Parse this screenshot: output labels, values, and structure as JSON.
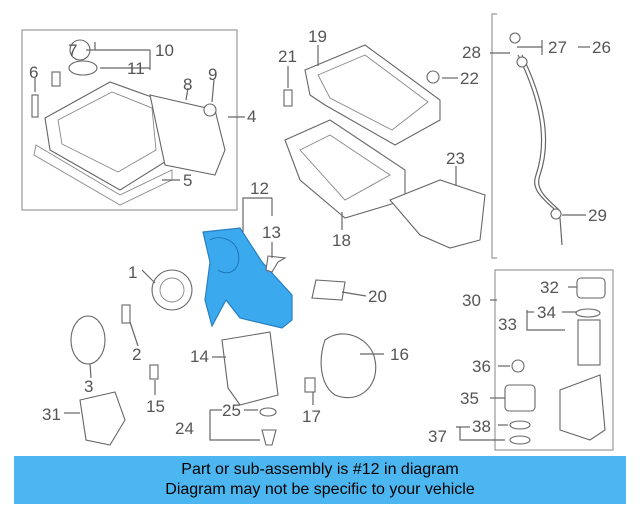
{
  "diagram": {
    "highlight_color": "#3aa9ee",
    "callouts": {
      "c1": "1",
      "c2": "2",
      "c3": "3",
      "c4": "4",
      "c5": "5",
      "c6": "6",
      "c7": "7",
      "c8": "8",
      "c9": "9",
      "c10": "10",
      "c11": "11",
      "c12": "12",
      "c13": "13",
      "c14": "14",
      "c15": "15",
      "c16": "16",
      "c17": "17",
      "c18": "18",
      "c19": "19",
      "c20": "20",
      "c21": "21",
      "c22": "22",
      "c23": "23",
      "c24": "24",
      "c25": "25",
      "c26": "26",
      "c27": "27",
      "c28": "28",
      "c29": "29",
      "c30": "30",
      "c31": "31",
      "c32": "32",
      "c33": "33",
      "c34": "34",
      "c35": "35",
      "c36": "36",
      "c37": "37",
      "c38": "38"
    }
  },
  "banner": {
    "line1": "Part or sub-assembly is #12 in diagram",
    "line2": "Diagram may not be specific to your vehicle",
    "background": "#4cb6f0"
  }
}
